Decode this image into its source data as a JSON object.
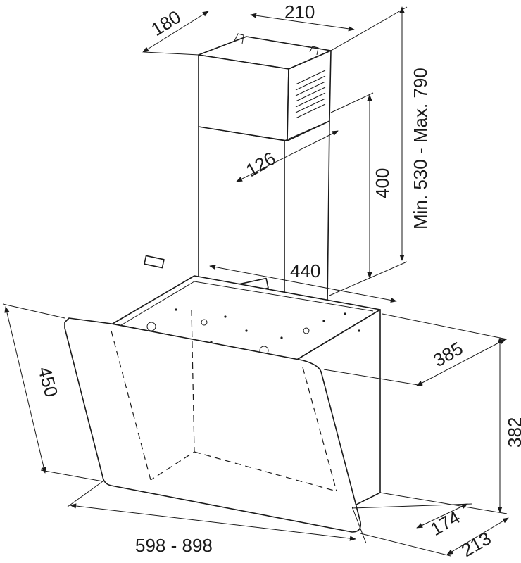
{
  "dimensions": {
    "chimney_depth": "180",
    "chimney_width": "210",
    "chimney_height_range": "Min. 530 - Max. 790",
    "outlet_offset": "126",
    "upper_chimney_height": "400",
    "bracket_width": "440",
    "body_depth_top": "385",
    "canopy_slant_height": "450",
    "body_height": "382",
    "width_range": "598 - 898",
    "bottom_depth": "174",
    "total_depth": "213"
  },
  "colors": {
    "line": "#1a1a1a",
    "background": "#ffffff"
  }
}
